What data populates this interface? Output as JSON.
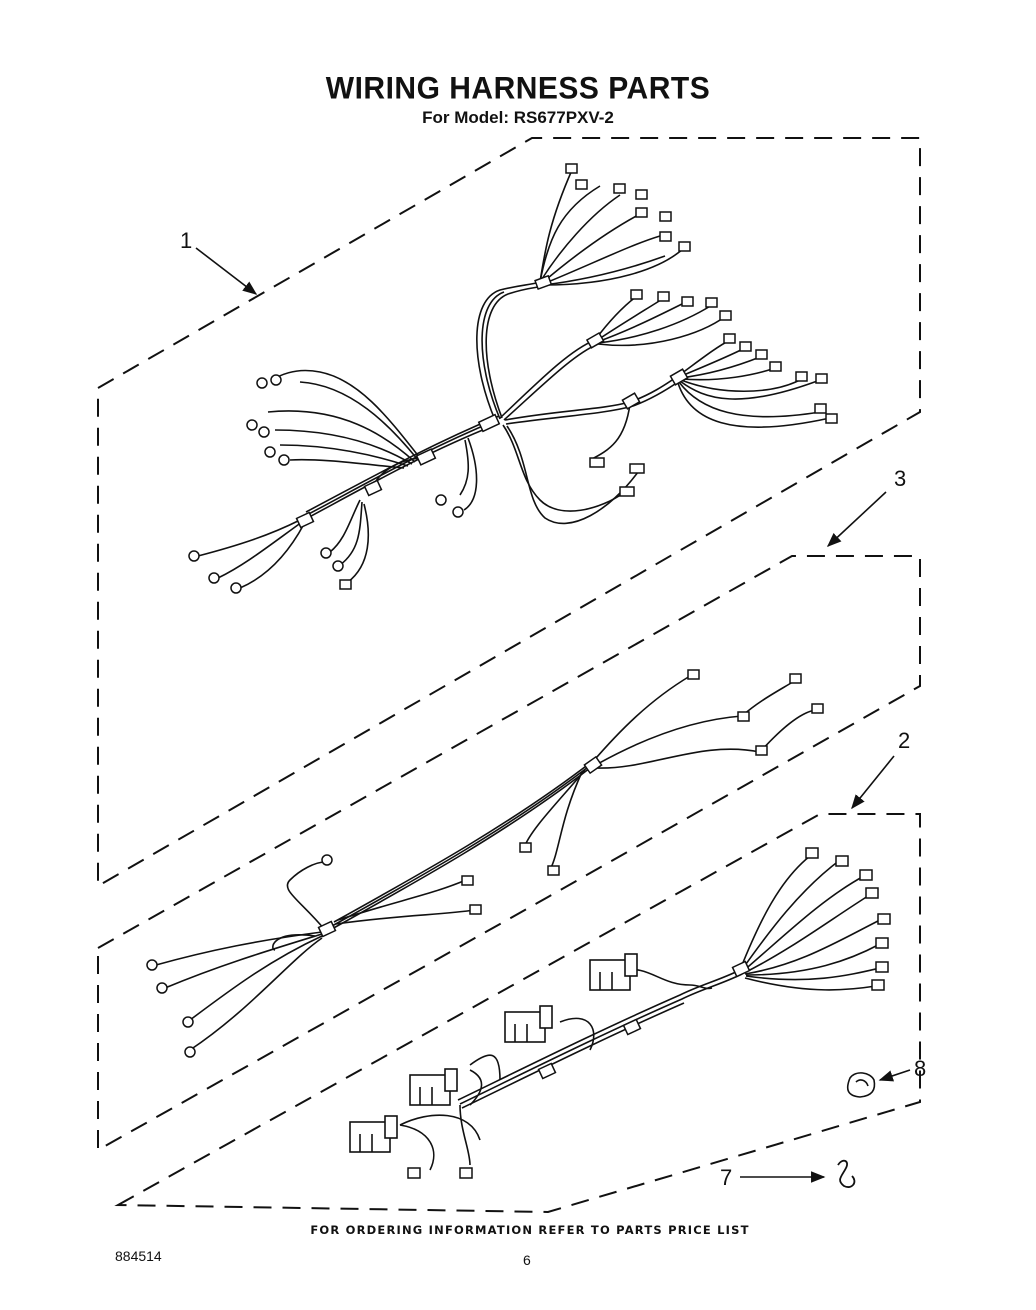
{
  "header": {
    "title": "WIRING HARNESS PARTS",
    "model_line": "For Model: RS677PXV-2"
  },
  "callouts": {
    "item1": "1",
    "item2": "2",
    "item3": "3",
    "item7": "7",
    "item8": "8"
  },
  "footer": {
    "ordering_note": "FOR ORDERING INFORMATION REFER TO PARTS PRICE LIST",
    "document_number": "884514",
    "page_number": "6"
  }
}
